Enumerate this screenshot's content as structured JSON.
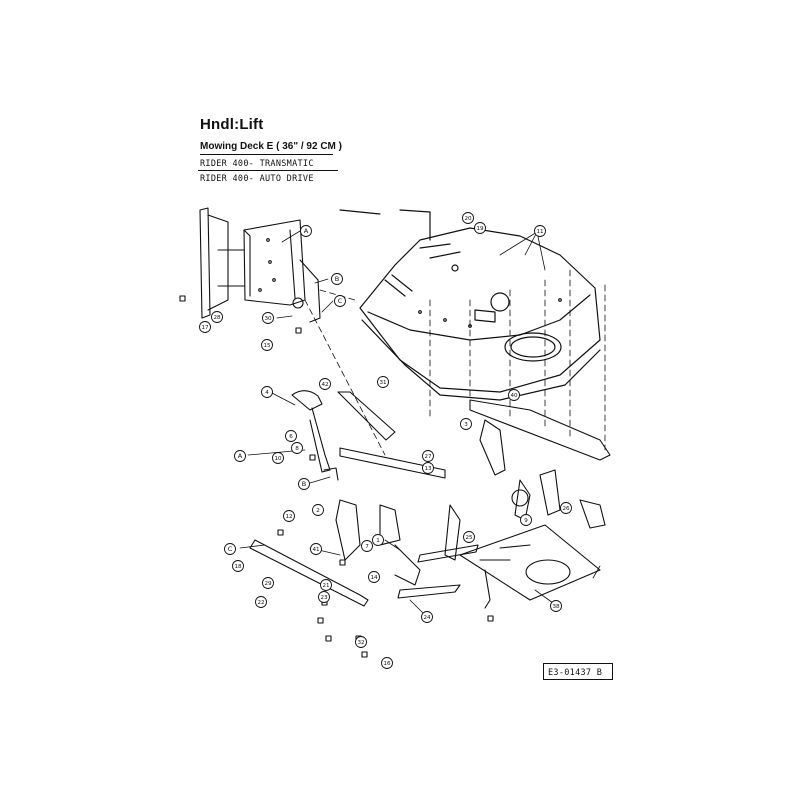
{
  "header": {
    "title": "Hndl:Lift",
    "subtitle": "Mowing Deck E  ( 36\" / 92 CM )",
    "models": [
      "RIDER  400-  TRANSMATIC",
      "RIDER  400-  AUTO DRIVE"
    ]
  },
  "footer": {
    "ref_code": "E3-01437 B"
  },
  "callouts": [
    {
      "label": "A"
    },
    {
      "label": "B"
    },
    {
      "label": "C"
    },
    {
      "label": "11"
    },
    {
      "label": "15"
    },
    {
      "label": "19"
    },
    {
      "label": "20"
    },
    {
      "label": "17"
    },
    {
      "label": "28"
    },
    {
      "label": "30"
    },
    {
      "label": "4"
    },
    {
      "label": "42"
    },
    {
      "label": "31"
    },
    {
      "label": "6"
    },
    {
      "label": "A"
    },
    {
      "label": "10"
    },
    {
      "label": "8"
    },
    {
      "label": "B"
    },
    {
      "label": "3"
    },
    {
      "label": "2"
    },
    {
      "label": "1"
    },
    {
      "label": "7"
    },
    {
      "label": "12"
    },
    {
      "label": "C"
    },
    {
      "label": "41"
    },
    {
      "label": "14"
    },
    {
      "label": "22"
    },
    {
      "label": "18"
    },
    {
      "label": "27"
    },
    {
      "label": "29"
    },
    {
      "label": "13"
    },
    {
      "label": "9"
    },
    {
      "label": "26"
    },
    {
      "label": "24"
    },
    {
      "label": "25"
    },
    {
      "label": "38"
    },
    {
      "label": "32"
    },
    {
      "label": "16"
    },
    {
      "label": "21"
    },
    {
      "label": "23"
    },
    {
      "label": "40"
    }
  ]
}
